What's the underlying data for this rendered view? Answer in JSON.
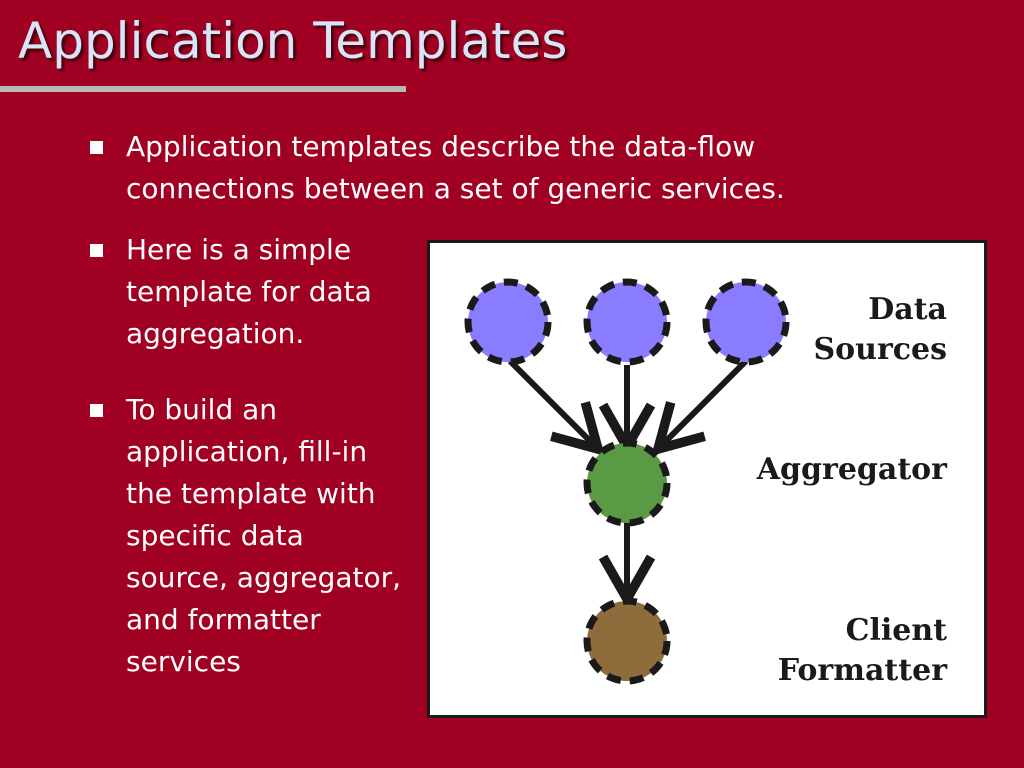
{
  "slide": {
    "title": "Application Templates"
  },
  "bullets": [
    "Application templates describe the data-flow connections between a set of generic services.",
    "Here is a simple template for data aggregation.",
    "To build an application, fill-in the template with specific data source, aggregator, and formatter services"
  ],
  "diagram": {
    "labels": {
      "data_sources_line1": "Data",
      "data_sources_line2": "Sources",
      "aggregator": "Aggregator",
      "client_formatter_line1": "Client",
      "client_formatter_line2": "Formatter"
    },
    "colors": {
      "data_source_node": "#8a7cff",
      "aggregator_node": "#5a9a44",
      "formatter_node": "#8e6c3c",
      "node_border": "#1a1a1a"
    }
  }
}
